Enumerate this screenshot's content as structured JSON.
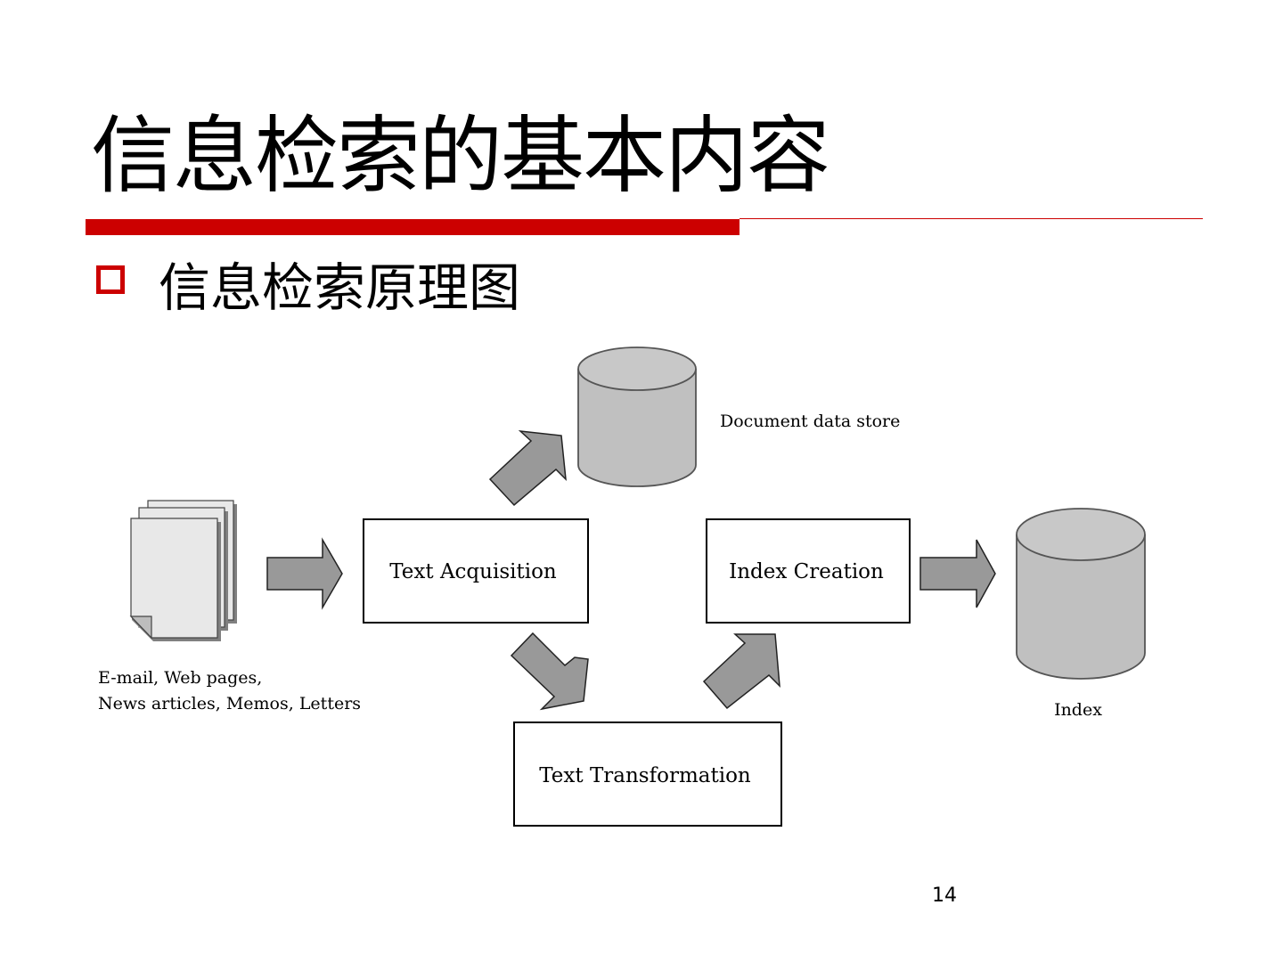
{
  "slide": {
    "title": "信息检索的基本内容",
    "bullet": "信息检索原理图",
    "page_number": "14"
  },
  "diagram": {
    "sources_label_line1": "E-mail, Web pages,",
    "sources_label_line2": "News articles, Memos, Letters",
    "text_acquisition": "Text Acquisition",
    "index_creation": "Index Creation",
    "text_transformation": "Text Transformation",
    "document_store": "Document data store",
    "index": "Index"
  },
  "colors": {
    "accent": "#cc0000",
    "arrow_fill": "#999999",
    "cylinder_fill": "#c0c0c0",
    "document_fill": "#e8e8e8"
  },
  "icons": {
    "documents": "document-stack-icon",
    "store": "database-cylinder-icon"
  }
}
